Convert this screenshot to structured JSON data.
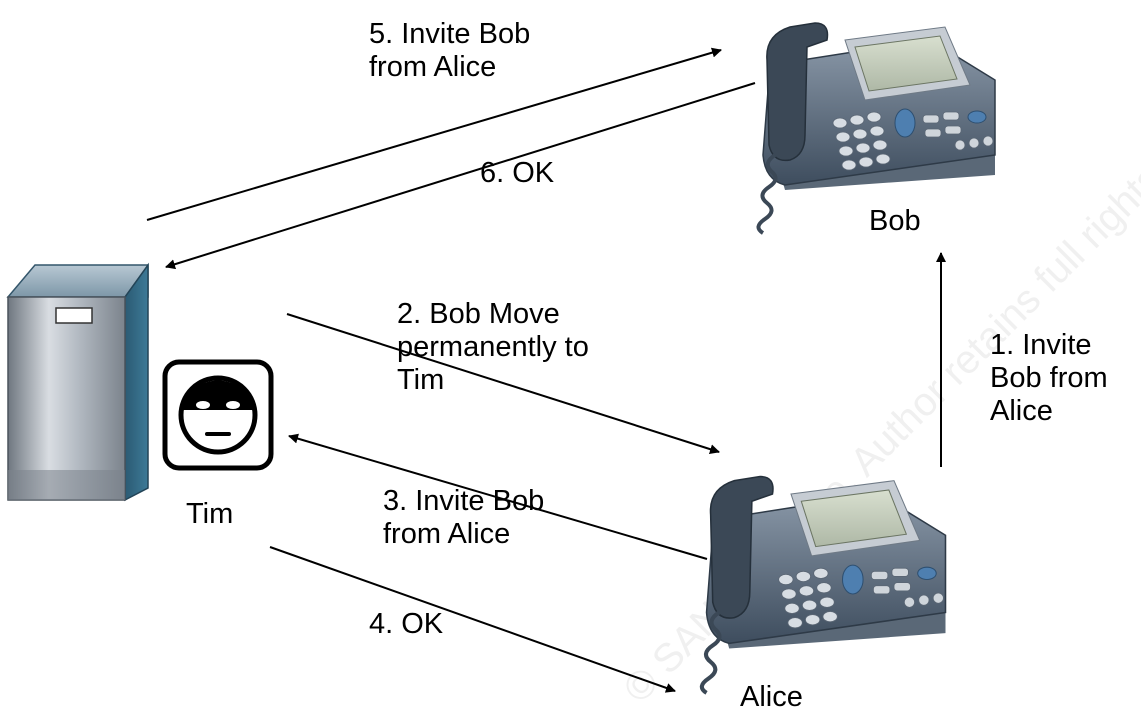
{
  "diagram": {
    "nodes": {
      "bob": {
        "label": "Bob"
      },
      "alice": {
        "label": "Alice"
      },
      "tim": {
        "label": "Tim"
      },
      "server": {
        "label": ""
      }
    },
    "messages": [
      {
        "id": "m1",
        "lines": [
          "1. Invite",
          "Bob from",
          "Alice"
        ]
      },
      {
        "id": "m2",
        "lines": [
          "2. Bob Move",
          "permanently to",
          "Tim"
        ]
      },
      {
        "id": "m3",
        "lines": [
          "3. Invite Bob",
          "from Alice"
        ]
      },
      {
        "id": "m4",
        "lines": [
          "4. OK"
        ]
      },
      {
        "id": "m5",
        "lines": [
          "5. Invite Bob",
          "from Alice"
        ]
      },
      {
        "id": "m6",
        "lines": [
          "6. OK"
        ]
      }
    ],
    "watermark": "© SANS Institute, Author retains full rights."
  },
  "colors": {
    "arrow": "#000000",
    "phone_body": "#4a5b6e",
    "phone_screen": "#c9d2c0",
    "server_front": "#9aa3ad",
    "server_side": "#2f5f7a"
  },
  "icons": [
    "ip-phone-icon",
    "server-icon",
    "tim-face-icon"
  ]
}
